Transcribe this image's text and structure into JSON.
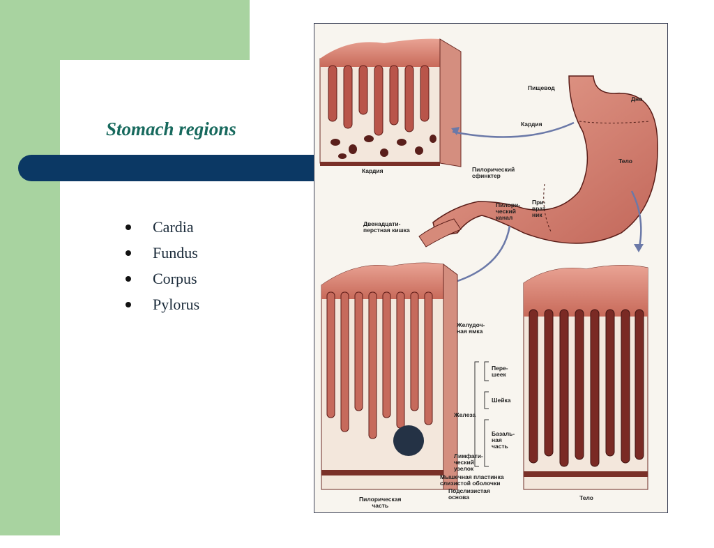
{
  "slide": {
    "title": "Stomach regions",
    "bullets": [
      "Cardia",
      "Fundus",
      "Corpus",
      "Pylorus"
    ]
  },
  "figure": {
    "labels": {
      "esophagus": "Пищевод",
      "fundus": "Дно",
      "cardia_region": "Кардия",
      "body": "Тело",
      "pyloric_sphincter_1": "Пилорический",
      "pyloric_sphincter_2": "сфинктер",
      "pyloric_canal_1": "Пилори-",
      "pyloric_canal_2": "ческий",
      "pyloric_canal_3": "канал",
      "antrum_1": "При-",
      "antrum_2": "врат",
      "antrum_3": "ник",
      "duodenum_1": "Двенадцати-",
      "duodenum_2": "перстная кишка",
      "cardia_caption": "Кардия",
      "gastric_pit_1": "Желудоч-",
      "gastric_pit_2": "ная ямка",
      "isthmus_1": "Пере-",
      "isthmus_2": "шеек",
      "neck": "Шейка",
      "glands": "Железа",
      "basal_1": "Базаль-",
      "basal_2": "ная",
      "basal_3": "часть",
      "lymph_1": "Лимфати-",
      "lymph_2": "ческий",
      "lymph_3": "узелок",
      "muscularis_1": "Мышечная пластинка",
      "muscularis_2": "слизистой оболочки",
      "submucosa_1": "Подслизистая",
      "submucosa_2": "основа",
      "pyloric_caption_1": "Пилорическая",
      "pyloric_caption_2": "часть",
      "body_caption": "Тело"
    }
  }
}
